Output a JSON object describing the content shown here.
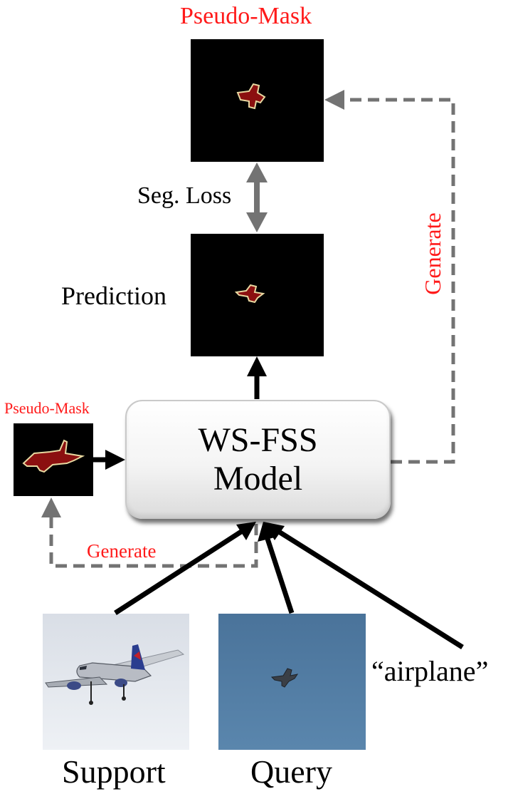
{
  "diagram": {
    "pseudo_mask_top_label": "Pseudo-Mask",
    "pseudo_mask_left_label": "Pseudo-Mask",
    "seg_loss_label": "Seg. Loss",
    "prediction_label": "Prediction",
    "generate_right_label": "Generate",
    "generate_bottom_label": "Generate",
    "model_line1": "WS-FSS",
    "model_line2": "Model",
    "support_label": "Support",
    "query_label": "Query",
    "text_prompt": "“airplane”"
  },
  "colors": {
    "red_label": "#ff1a1a",
    "mask_background": "#000000",
    "mask_fill": "#8b1010",
    "mask_outline": "#e8d8a0",
    "dashed_arrow": "#737373",
    "solid_arrow": "#000000",
    "query_sky": "#4f7aa0"
  },
  "icons": [
    "airplane-mask-icon",
    "fighter-jet-icon",
    "passenger-jet-icon"
  ]
}
